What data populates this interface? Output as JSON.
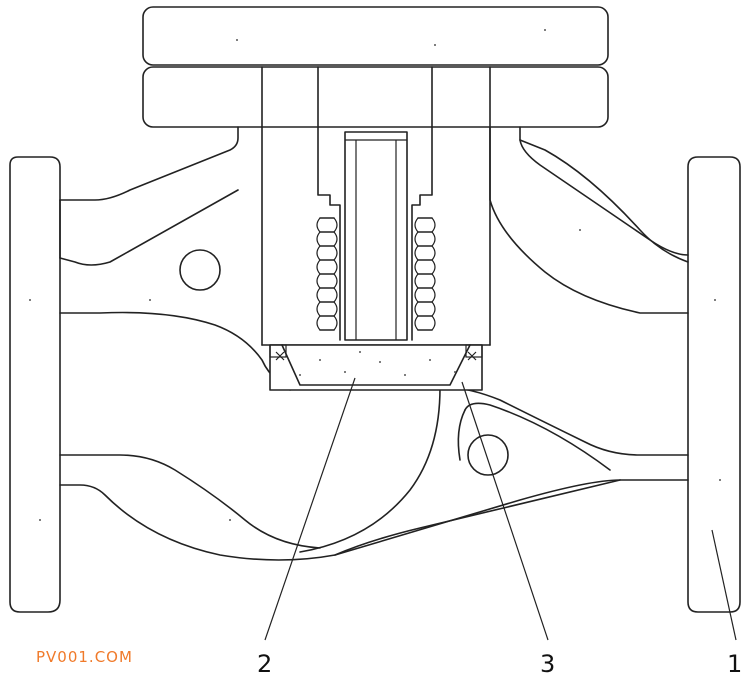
{
  "labels": {
    "part_1": "1",
    "part_2": "2",
    "part_3": "3"
  },
  "watermark": {
    "text": "PV001.COM",
    "color": "#f07a2a"
  },
  "colors": {
    "line": "#222222",
    "fill": "#ffffff"
  }
}
